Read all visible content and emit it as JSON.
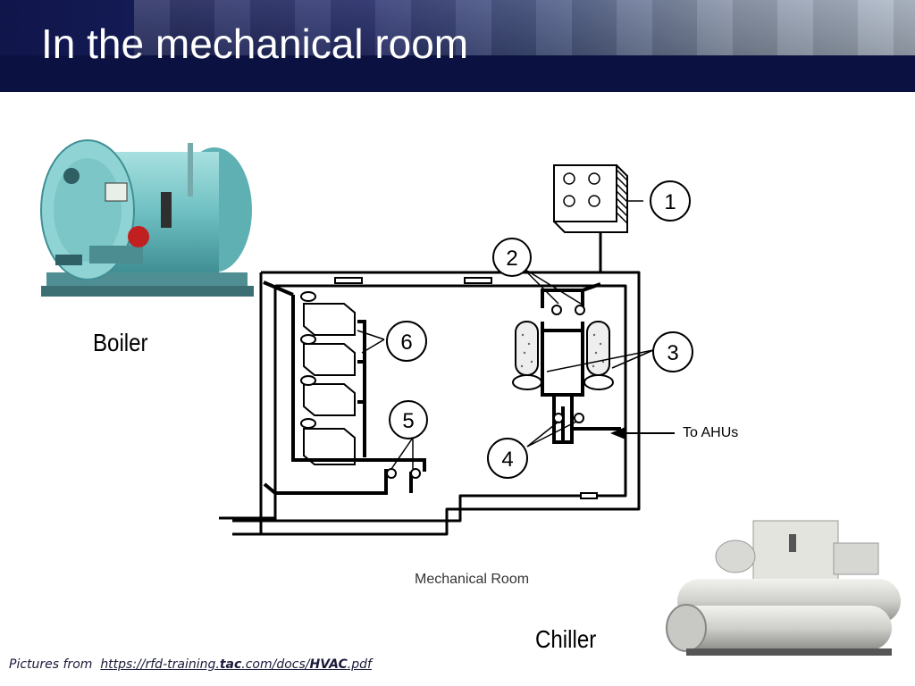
{
  "slide": {
    "title": "In the mechanical room"
  },
  "photos": {
    "boiler_label": "Boiler",
    "chiller_label": "Chiller"
  },
  "diagram": {
    "callouts": [
      "1",
      "2",
      "3",
      "4",
      "5",
      "6"
    ],
    "to_ahus": "To AHUs",
    "caption": "Mechanical Room"
  },
  "footer": {
    "prefix": "Pictures from",
    "link_a": "https://rfd-training.",
    "link_b": "tac",
    "link_c": ".com/docs/",
    "link_d": "HVAC",
    "link_e": ".pdf"
  },
  "colors": {
    "header_navy": "#0b1140",
    "equipment_teal": "#7fc9c9",
    "chiller_gray": "#d9d9d6"
  }
}
